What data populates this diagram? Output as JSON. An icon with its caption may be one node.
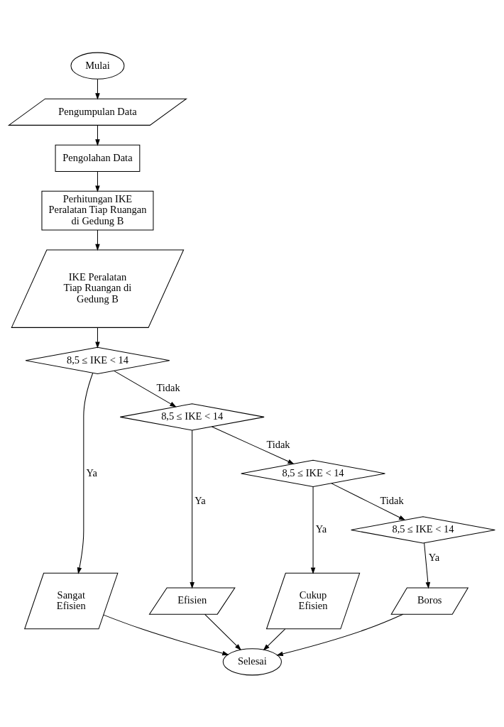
{
  "diagram": {
    "nodes": [
      {
        "text": [
          "Mulai"
        ]
      },
      {
        "text": [
          "Pengumpulan Data"
        ]
      },
      {
        "text": [
          "Pengolahan Data"
        ]
      },
      {
        "text": [
          "Perhitungan IKE Peralatan Tiap Ruangan di Gedung B"
        ]
      },
      {
        "text": [
          "IKE Peralatan Tiap Ruangan di Gedung B"
        ]
      },
      {
        "text": [
          "8,5 ≤ IKE < 14"
        ]
      },
      {
        "text": [
          "8,5 ≤ IKE < 14"
        ]
      },
      {
        "text": [
          "8,5 ≤ IKE < 14"
        ]
      },
      {
        "text": [
          "8,5 ≤ IKE < 14"
        ]
      },
      {
        "text": [
          "Sangat Efisien"
        ]
      },
      {
        "text": [
          "Efisien"
        ]
      },
      {
        "text": [
          "Cukup Efisien"
        ]
      },
      {
        "text": [
          "Boros"
        ]
      },
      {
        "text": [
          "Selesai"
        ]
      }
    ],
    "edges": [
      {
        "from": 0,
        "to": 1,
        "arrow": "to"
      },
      {
        "from": 1,
        "to": 2,
        "arrow": "to"
      },
      {
        "from": 2,
        "to": 3,
        "arrow": "to"
      },
      {
        "from": 3,
        "to": 4,
        "arrow": "to"
      },
      {
        "from": 4,
        "to": 5,
        "arrow": "to"
      },
      {
        "from": 5,
        "to": 6,
        "arrow": "to",
        "label": "Tidak"
      },
      {
        "from": 5,
        "to": 9,
        "arrow": "to",
        "label": "Ya"
      },
      {
        "from": 6,
        "to": 7,
        "arrow": "to",
        "label": "Tidak"
      },
      {
        "from": 6,
        "to": 10,
        "arrow": "to",
        "label": "Ya"
      },
      {
        "from": 7,
        "to": 8,
        "arrow": "to",
        "label": "Tidak"
      },
      {
        "from": 7,
        "to": 11,
        "arrow": "to",
        "label": "Ya"
      },
      {
        "from": 8,
        "to": 12,
        "arrow": "to",
        "label": "Ya"
      },
      {
        "from": 9,
        "to": 13,
        "arrow": "to"
      },
      {
        "from": 10,
        "to": 13,
        "arrow": "to"
      },
      {
        "from": 11,
        "to": 13,
        "arrow": "to"
      },
      {
        "from": 12,
        "to": 13,
        "arrow": "to"
      }
    ]
  }
}
